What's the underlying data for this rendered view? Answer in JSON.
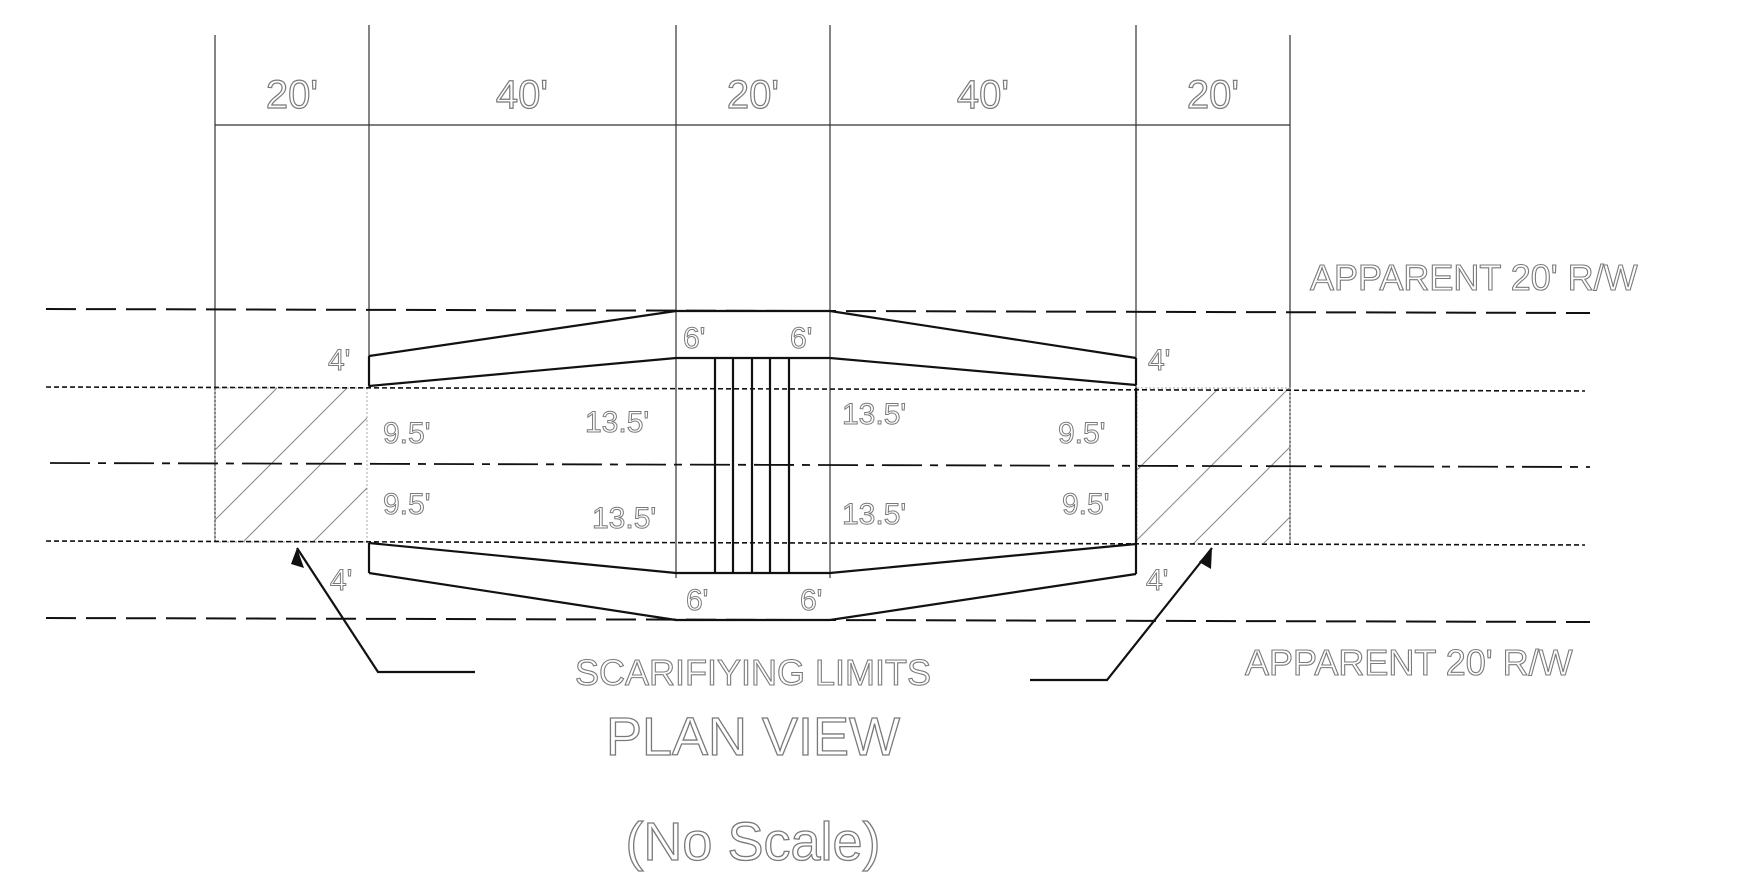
{
  "top_dimensions": [
    "20'",
    "40'",
    "20'",
    "40'",
    "20'"
  ],
  "offsets": {
    "top_left_4": "4'",
    "top_right_4": "4'",
    "bottom_left_4": "4'",
    "bottom_right_4": "4'",
    "top_6_left": "6'",
    "top_6_right": "6'",
    "bottom_6_left": "6'",
    "bottom_6_right": "6'",
    "left_9_5_upper": "9.5'",
    "left_9_5_lower": "9.5'",
    "right_9_5_upper": "9.5'",
    "right_9_5_lower": "9.5'",
    "left_13_5_upper": "13.5'",
    "left_13_5_lower": "13.5'",
    "right_13_5_upper": "13.5'",
    "right_13_5_lower": "13.5'"
  },
  "labels": {
    "rw_top": "APPARENT 20' R/W",
    "rw_bottom": "APPARENT 20' R/W",
    "scarifying": "SCARIFIYING LIMITS",
    "title": "PLAN VIEW",
    "subtitle": "(No Scale)"
  }
}
